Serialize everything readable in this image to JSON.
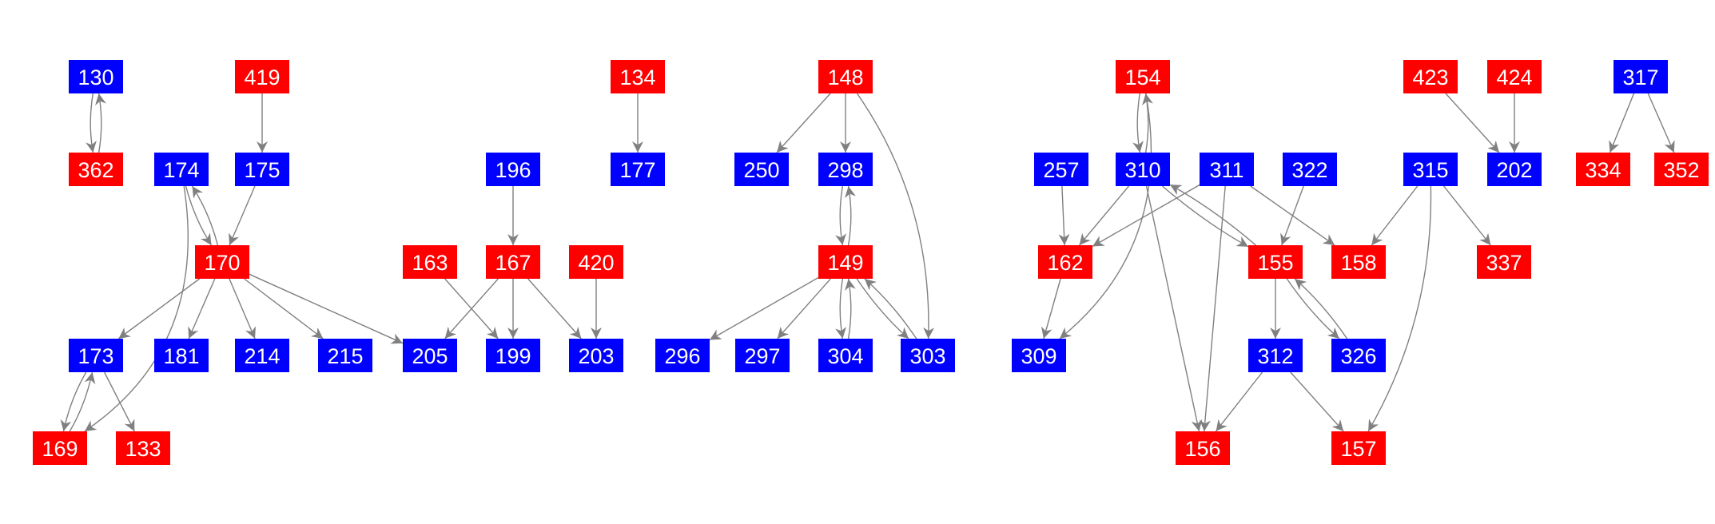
{
  "colors": {
    "red": "#ff0000",
    "blue": "#0000ff",
    "edge": "#808080"
  },
  "nodes": [
    {
      "id": "130",
      "color": "blue"
    },
    {
      "id": "362",
      "color": "red"
    },
    {
      "id": "419",
      "color": "red"
    },
    {
      "id": "174",
      "color": "blue"
    },
    {
      "id": "175",
      "color": "blue"
    },
    {
      "id": "170",
      "color": "red"
    },
    {
      "id": "173",
      "color": "blue"
    },
    {
      "id": "181",
      "color": "blue"
    },
    {
      "id": "214",
      "color": "blue"
    },
    {
      "id": "215",
      "color": "blue"
    },
    {
      "id": "205",
      "color": "blue"
    },
    {
      "id": "169",
      "color": "red"
    },
    {
      "id": "133",
      "color": "red"
    },
    {
      "id": "196",
      "color": "blue"
    },
    {
      "id": "163",
      "color": "red"
    },
    {
      "id": "167",
      "color": "red"
    },
    {
      "id": "420",
      "color": "red"
    },
    {
      "id": "199",
      "color": "blue"
    },
    {
      "id": "203",
      "color": "blue"
    },
    {
      "id": "134",
      "color": "red"
    },
    {
      "id": "177",
      "color": "blue"
    },
    {
      "id": "148",
      "color": "red"
    },
    {
      "id": "250",
      "color": "blue"
    },
    {
      "id": "298",
      "color": "blue"
    },
    {
      "id": "149",
      "color": "red"
    },
    {
      "id": "296",
      "color": "blue"
    },
    {
      "id": "297",
      "color": "blue"
    },
    {
      "id": "304",
      "color": "blue"
    },
    {
      "id": "303",
      "color": "blue"
    },
    {
      "id": "154",
      "color": "red"
    },
    {
      "id": "257",
      "color": "blue"
    },
    {
      "id": "310",
      "color": "blue"
    },
    {
      "id": "311",
      "color": "blue"
    },
    {
      "id": "322",
      "color": "blue"
    },
    {
      "id": "162",
      "color": "red"
    },
    {
      "id": "155",
      "color": "red"
    },
    {
      "id": "158",
      "color": "red"
    },
    {
      "id": "309",
      "color": "blue"
    },
    {
      "id": "312",
      "color": "blue"
    },
    {
      "id": "326",
      "color": "blue"
    },
    {
      "id": "156",
      "color": "red"
    },
    {
      "id": "157",
      "color": "red"
    },
    {
      "id": "423",
      "color": "red"
    },
    {
      "id": "424",
      "color": "red"
    },
    {
      "id": "202",
      "color": "blue"
    },
    {
      "id": "315",
      "color": "blue"
    },
    {
      "id": "337",
      "color": "red"
    },
    {
      "id": "317",
      "color": "blue"
    },
    {
      "id": "334",
      "color": "red"
    },
    {
      "id": "352",
      "color": "red"
    }
  ],
  "edges": [
    [
      "130",
      "362"
    ],
    [
      "362",
      "130"
    ],
    [
      "419",
      "175"
    ],
    [
      "174",
      "170"
    ],
    [
      "170",
      "174"
    ],
    [
      "175",
      "170"
    ],
    [
      "174",
      "169"
    ],
    [
      "170",
      "173"
    ],
    [
      "170",
      "181"
    ],
    [
      "170",
      "214"
    ],
    [
      "170",
      "215"
    ],
    [
      "170",
      "205"
    ],
    [
      "173",
      "169"
    ],
    [
      "169",
      "173"
    ],
    [
      "173",
      "133"
    ],
    [
      "196",
      "167"
    ],
    [
      "163",
      "199"
    ],
    [
      "167",
      "205"
    ],
    [
      "167",
      "199"
    ],
    [
      "167",
      "203"
    ],
    [
      "420",
      "203"
    ],
    [
      "134",
      "177"
    ],
    [
      "148",
      "250"
    ],
    [
      "148",
      "298"
    ],
    [
      "148",
      "303"
    ],
    [
      "298",
      "149"
    ],
    [
      "149",
      "298"
    ],
    [
      "149",
      "296"
    ],
    [
      "149",
      "297"
    ],
    [
      "149",
      "304"
    ],
    [
      "304",
      "149"
    ],
    [
      "149",
      "303"
    ],
    [
      "303",
      "149"
    ],
    [
      "154",
      "310"
    ],
    [
      "310",
      "154"
    ],
    [
      "154",
      "309"
    ],
    [
      "257",
      "162"
    ],
    [
      "162",
      "309"
    ],
    [
      "310",
      "162"
    ],
    [
      "310",
      "155"
    ],
    [
      "155",
      "310"
    ],
    [
      "310",
      "156"
    ],
    [
      "311",
      "162"
    ],
    [
      "311",
      "156"
    ],
    [
      "311",
      "158"
    ],
    [
      "322",
      "155"
    ],
    [
      "155",
      "312"
    ],
    [
      "155",
      "326"
    ],
    [
      "326",
      "155"
    ],
    [
      "312",
      "156"
    ],
    [
      "312",
      "157"
    ],
    [
      "315",
      "158"
    ],
    [
      "315",
      "337"
    ],
    [
      "315",
      "157"
    ],
    [
      "423",
      "202"
    ],
    [
      "424",
      "202"
    ],
    [
      "317",
      "334"
    ],
    [
      "317",
      "352"
    ]
  ]
}
